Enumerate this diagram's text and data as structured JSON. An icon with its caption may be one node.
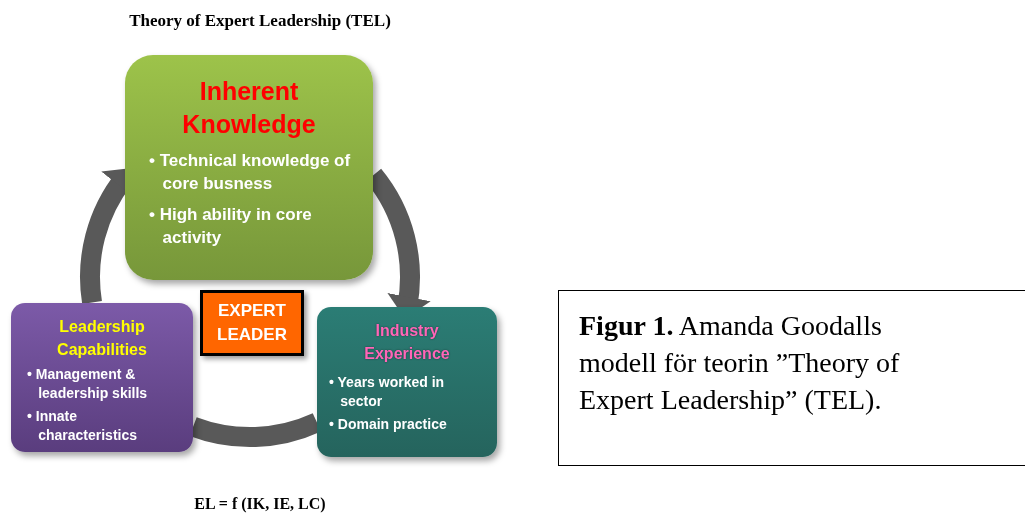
{
  "diagram": {
    "title": "Theory of Expert Leadership (TEL)",
    "caption": "**Figur 1.** Amanda Goodalls modell för teorin ”Theory of Expert Leadership” (TEL).",
    "nodes": [
      {
        "text": [
          "Inherent Knowledge",
          "• Technical knowledge of core busness",
          "• High ability in core activity"
        ]
      },
      {
        "text": [
          "EXPERT LEADER"
        ]
      },
      {
        "text": [
          "Leadership Capabilities",
          "• Management & leadership skills",
          "• Innate characteristics"
        ]
      },
      {
        "text": [
          "Industry Experience",
          "• Years worked in sector",
          "• Domain practice"
        ]
      }
    ],
    "edges": [
      {
        "from": 2,
        "to": 0,
        "arrow": "to"
      },
      {
        "from": 0,
        "to": 3,
        "arrow": "to"
      },
      {
        "from": 3,
        "to": 2,
        "arrow": "none"
      }
    ],
    "labels": [
      "EL = f (IK, IE, LC)"
    ]
  }
}
